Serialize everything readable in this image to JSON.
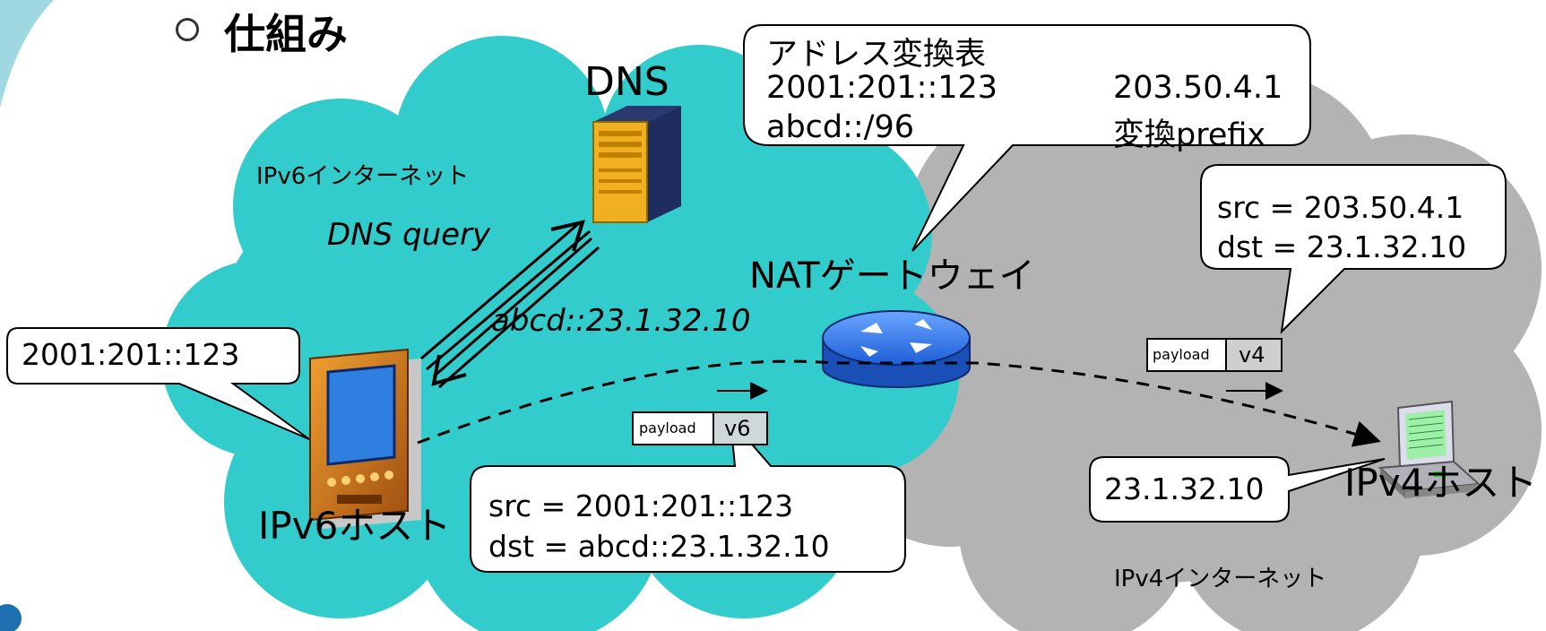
{
  "heading": "仕組み",
  "dns_label": "DNS",
  "ipv6_internet_label": "IPv6インターネット",
  "ipv4_internet_label": "IPv4インターネット",
  "dns_query_label": "DNS query",
  "synth_address_label": "abcd::23.1.32.10",
  "nat_gateway_label": "NATゲートウェイ",
  "ipv6_host_label": "IPv6ホスト",
  "ipv4_host_label": "IPv4ホスト",
  "ipv6_host_address": "2001:201::123",
  "ipv4_host_address": "23.1.32.10",
  "translation_table": {
    "title": "アドレス変換表",
    "row1_left": "2001:201::123",
    "row1_right": "203.50.4.1",
    "row2_left": "abcd::/96",
    "row2_right": "変換prefix"
  },
  "v4_packet": {
    "payload": "payload",
    "version": "v4",
    "src": "src = 203.50.4.1",
    "dst": "dst = 23.1.32.10"
  },
  "v6_packet": {
    "payload": "payload",
    "version": "v6",
    "src": "src = 2001:201::123",
    "dst": "dst = abcd::23.1.32.10"
  },
  "colors": {
    "ipv6_cloud": "#33cccc",
    "ipv4_cloud": "#b3b3b3",
    "router": "#2f6fe0"
  }
}
